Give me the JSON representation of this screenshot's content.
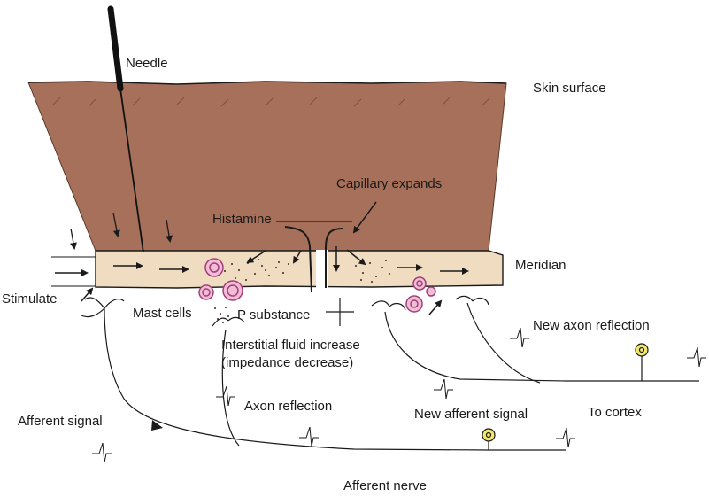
{
  "labels": {
    "needle": "Needle",
    "skin_surface": "Skin surface",
    "capillary_expands": "Capillary expands",
    "histamine": "Histamine",
    "meridian": "Meridian",
    "stimulate": "Stimulate",
    "mast_cells": "Mast cells",
    "p_substance": "P substance",
    "new_axon_reflection": "New axon reflection",
    "interstitial_line1": "Interstitial fluid increase",
    "interstitial_line2": "(impedance decrease)",
    "axon_reflection": "Axon reflection",
    "afferent_signal": "Afferent signal",
    "new_afferent_signal": "New afferent signal",
    "to_cortex": "To cortex",
    "afferent_nerve": "Afferent nerve"
  },
  "colors": {
    "skin": "#a7705a",
    "meridian": "#f0dcc0",
    "mast_cell_fill": "#f2bcd6",
    "mast_cell_stroke": "#a0407a",
    "node": "#f4e86a",
    "ink": "#1a1a1a"
  },
  "icons": [
    "needle-icon",
    "arrow-icon",
    "mast-cell-icon",
    "nerve-node-icon",
    "signal-spike-icon"
  ]
}
